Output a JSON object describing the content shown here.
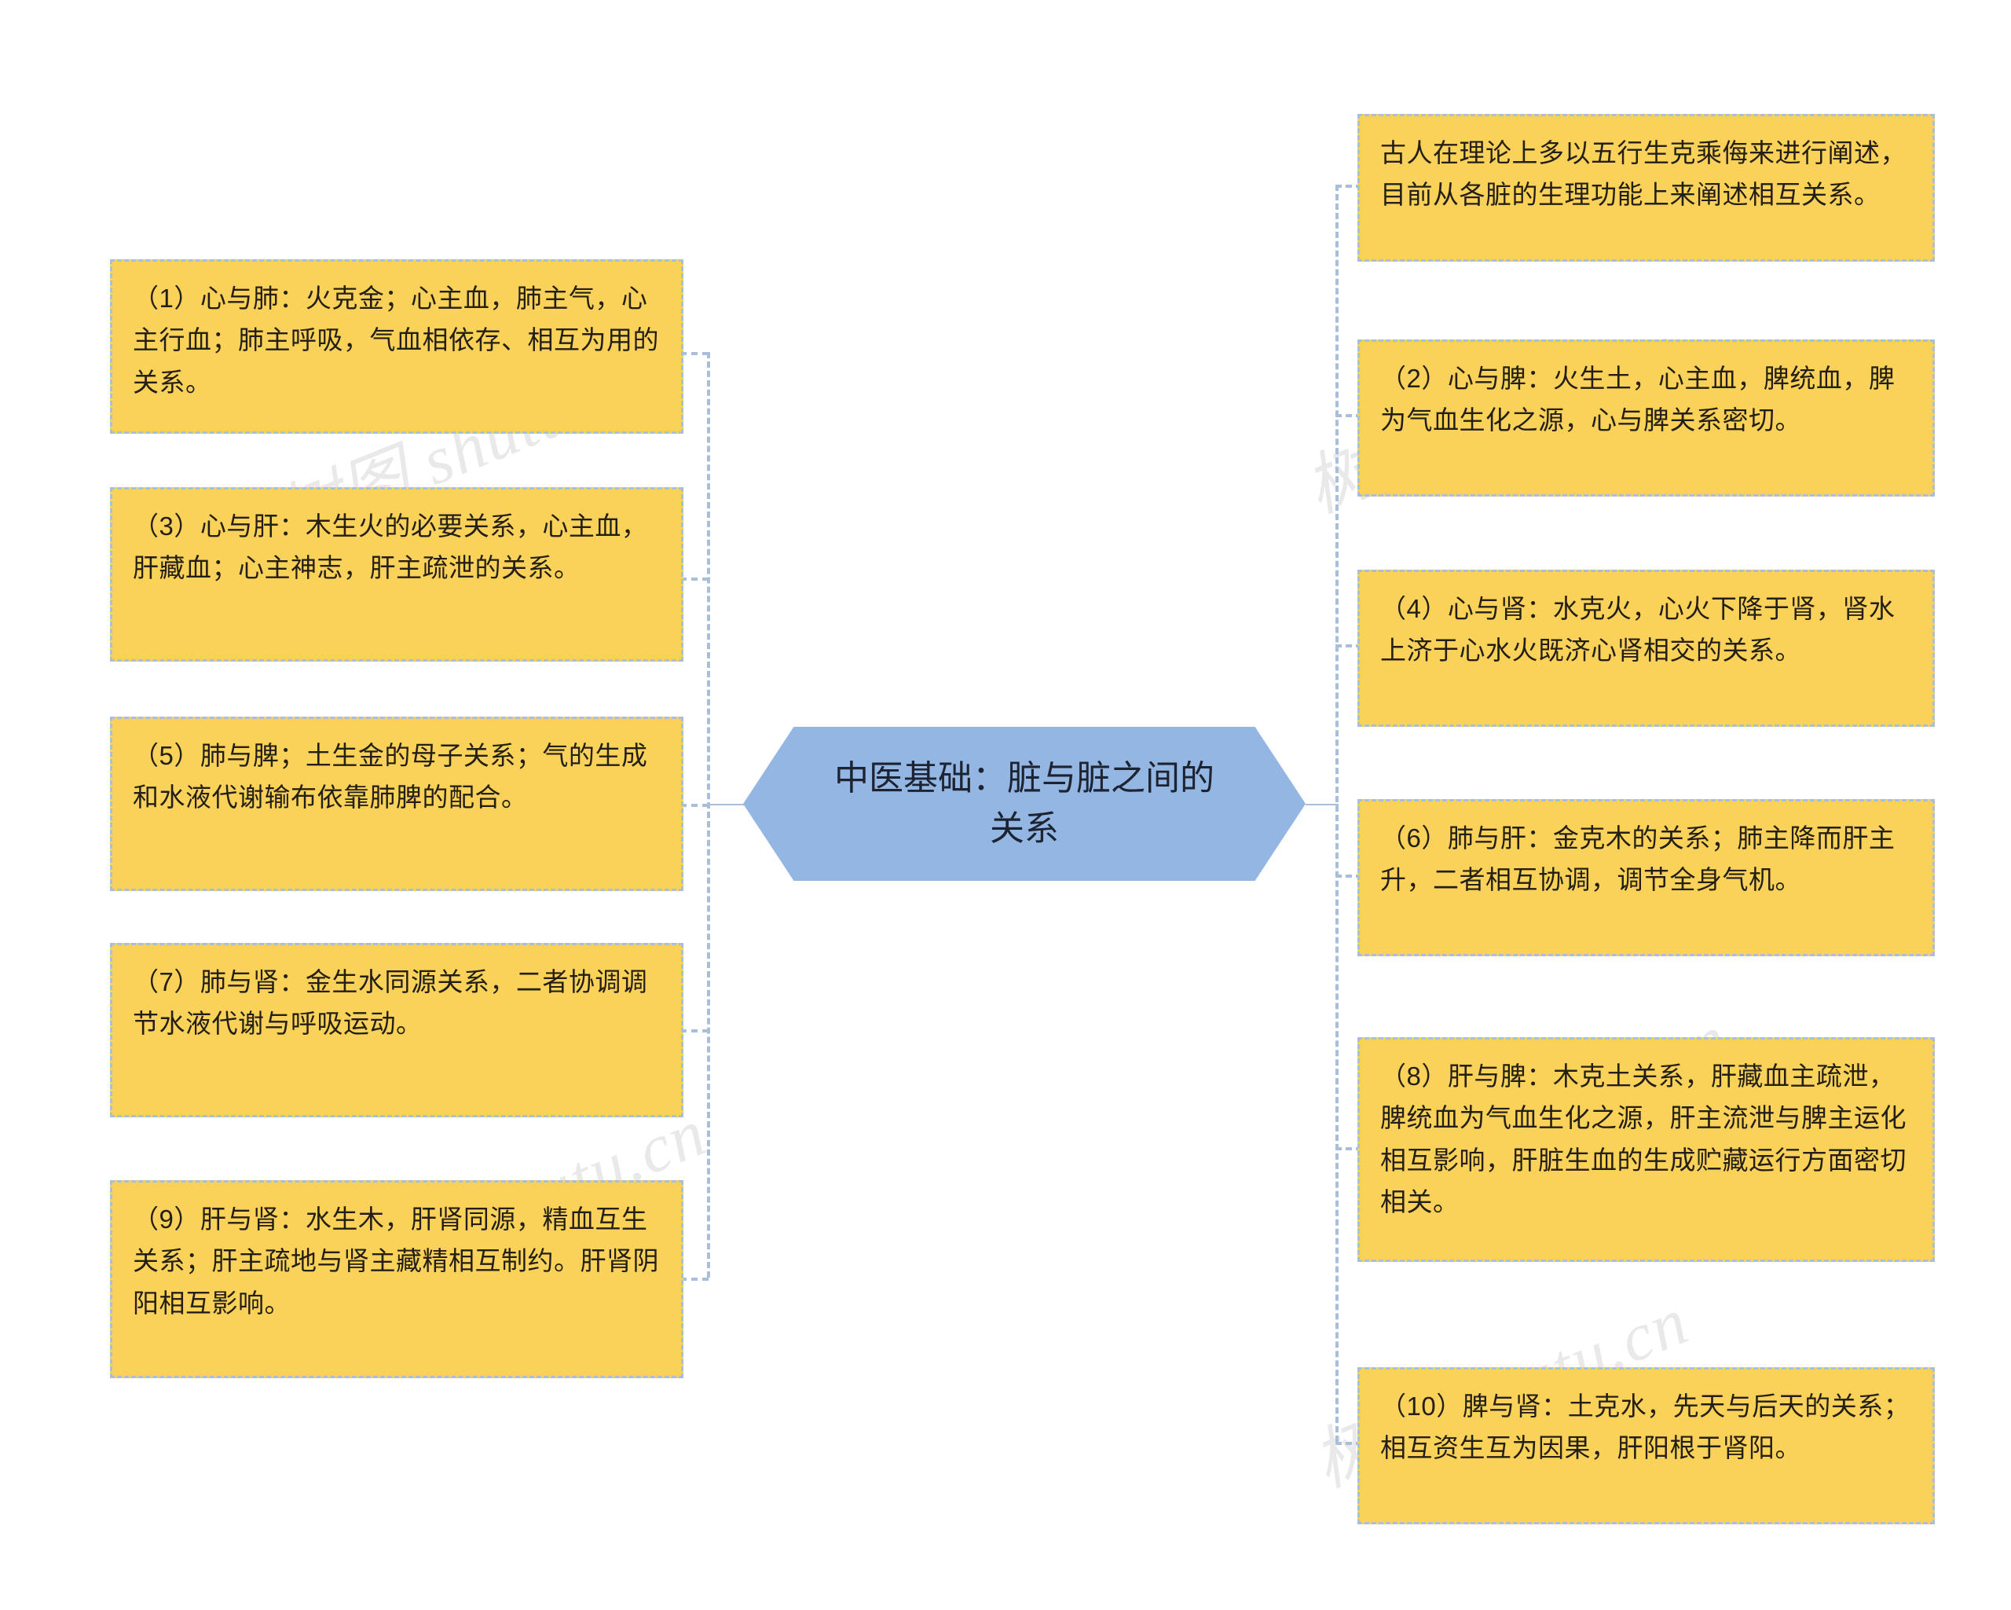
{
  "diagram": {
    "title": "中医基础：脏与脏之间的关系",
    "type": "mindmap",
    "colors": {
      "branch_fill": "#fad159",
      "branch_border": "#a8bedb",
      "center_fill": "#94b6e2",
      "connector": "#a8bedb",
      "text": "#231f16",
      "background": "#ffffff"
    }
  },
  "center": {
    "label": "中医基础：脏与脏之间的关系"
  },
  "left_branches": [
    {
      "id": "n1",
      "label": "（1）心与肺：火克金；心主血，肺主气，心主行血；肺主呼吸，气血相依存、相互为用的关系。"
    },
    {
      "id": "n3",
      "label": "（3）心与肝：木生火的必要关系，心主血，肝藏血；心主神志，肝主疏泄的关系。"
    },
    {
      "id": "n5",
      "label": "（5）肺与脾；土生金的母子关系；气的生成和水液代谢输布依靠肺脾的配合。"
    },
    {
      "id": "n7",
      "label": "（7）肺与肾：金生水同源关系，二者协调调节水液代谢与呼吸运动。"
    },
    {
      "id": "n9",
      "label": "（9）肝与肾：水生木，肝肾同源，精血互生关系；肝主疏地与肾主藏精相互制约。肝肾阴阳相互影响。"
    }
  ],
  "right_branches": [
    {
      "id": "r0",
      "label": "古人在理论上多以五行生克乘侮来进行阐述，目前从各脏的生理功能上来阐述相互关系。"
    },
    {
      "id": "n2",
      "label": "（2）心与脾：火生土，心主血，脾统血，脾为气血生化之源，心与脾关系密切。"
    },
    {
      "id": "n4",
      "label": "（4）心与肾：水克火，心火下降于肾，肾水上济于心水火既济心肾相交的关系。"
    },
    {
      "id": "n6",
      "label": "（6）肺与肝：金克木的关系；肺主降而肝主升，二者相互协调，调节全身气机。"
    },
    {
      "id": "n8",
      "label": "（8）肝与脾：木克土关系，肝藏血主疏泄，脾统血为气血生化之源，肝主流泄与脾主运化相互影响，肝脏生血的生成贮藏运行方面密切相关。"
    },
    {
      "id": "n10",
      "label": "（10）脾与肾：土克水，先天与后天的关系；相互资生互为因果，肝阳根于肾阳。"
    }
  ],
  "watermarks": [
    {
      "text": "树图 shutu.cn"
    },
    {
      "text": "树图 shutu.cn"
    },
    {
      "text": "树图 shutu.cn"
    },
    {
      "text": "树图 shutu.cn"
    },
    {
      "text": "树图 shutu.cn"
    }
  ]
}
